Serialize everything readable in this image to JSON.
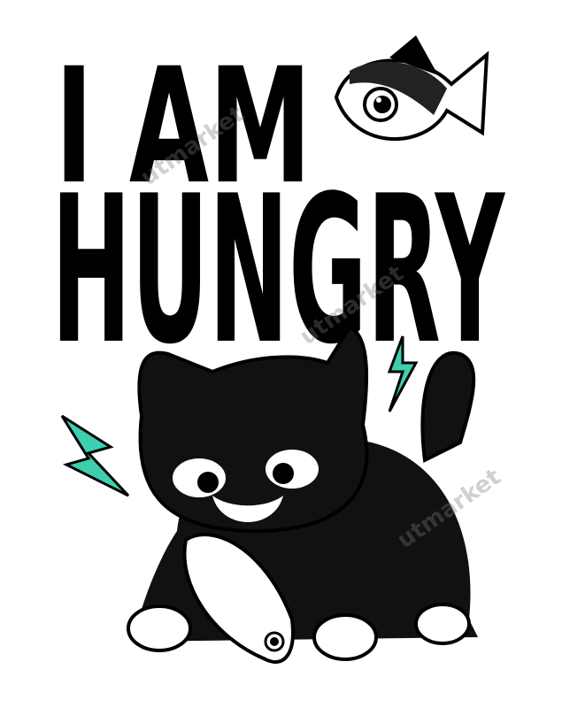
{
  "headline": {
    "line1": "I AM",
    "line2": "HUNGRY"
  },
  "watermark": "utmarket",
  "colors": {
    "ink": "#000000",
    "accent": "#3ecfb0",
    "paper": "#ffffff"
  },
  "icons": [
    "fish-icon",
    "cat-eating-fish-illustration",
    "lightning-bolt-icon"
  ]
}
